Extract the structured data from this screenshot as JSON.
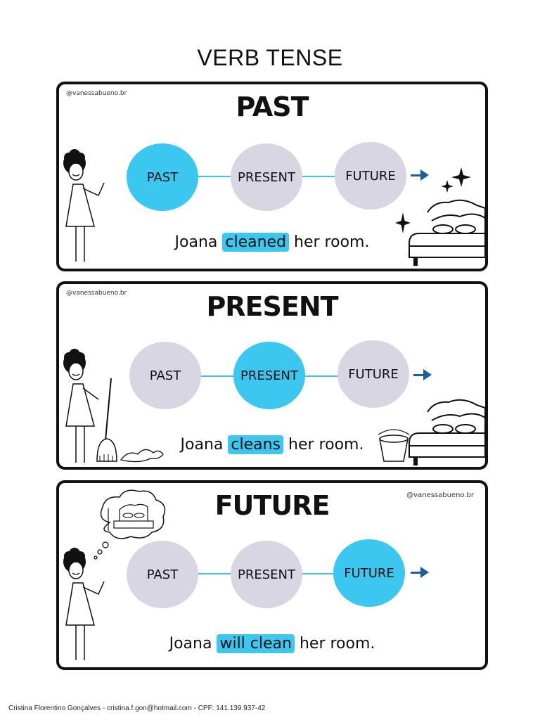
{
  "page": {
    "title": "VERB TENSE",
    "footer": "Cristina Florentino Gonçalves - cristina.f.gon@hotmail.com - CPF: 141.139.937-42"
  },
  "colors": {
    "active": "#3bc7f0",
    "inactive": "#d7d6e2",
    "line": "#3ec3ec",
    "arrow": "#1a5fa0"
  },
  "cards": [
    {
      "handle": "@vanessabueno.br",
      "heading": "PAST",
      "timeline": [
        "PAST",
        "PRESENT",
        "FUTURE"
      ],
      "active": "PAST",
      "sentence": {
        "before": "Joana ",
        "verb": "cleaned",
        "after": " her room."
      }
    },
    {
      "handle": "@vanessabueno.br",
      "heading": "PRESENT",
      "timeline": [
        "PAST",
        "PRESENT",
        "FUTURE"
      ],
      "active": "PRESENT",
      "sentence": {
        "before": "Joana ",
        "verb": "cleans",
        "after": " her room."
      }
    },
    {
      "handle": "@vanessabueno.br",
      "heading": "FUTURE",
      "timeline": [
        "PAST",
        "PRESENT",
        "FUTURE"
      ],
      "active": "FUTURE",
      "sentence": {
        "before": "Joana ",
        "verb": "will clean",
        "after": " her room."
      }
    }
  ],
  "icons": [
    "girl-figure-icon",
    "sparkle-icon",
    "bed-icon",
    "broom-icon",
    "bucket-icon",
    "thought-bubble-icon",
    "arrow-right-icon"
  ]
}
